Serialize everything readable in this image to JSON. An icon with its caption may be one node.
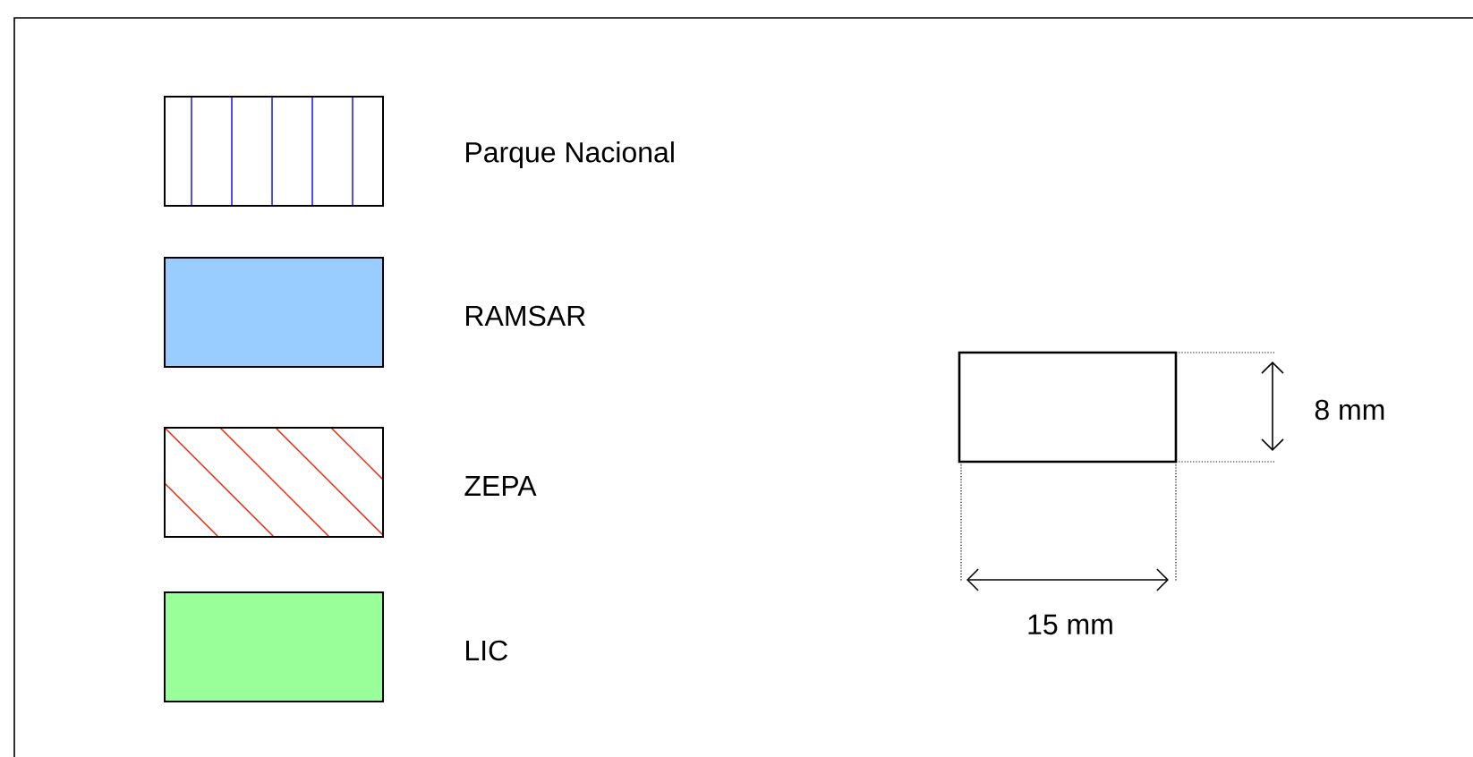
{
  "diagram": {
    "nodes": [
      {
        "text": [],
        "shape": "box"
      }
    ],
    "labels": [
      "8 mm",
      "15 mm"
    ],
    "legend": [
      {
        "text": "Parque Nacional"
      },
      {
        "text": "RAMSAR",
        "color": "#99ccff"
      },
      {
        "text": "ZEPA"
      },
      {
        "text": "LIC",
        "color": "#99ff99"
      }
    ]
  }
}
